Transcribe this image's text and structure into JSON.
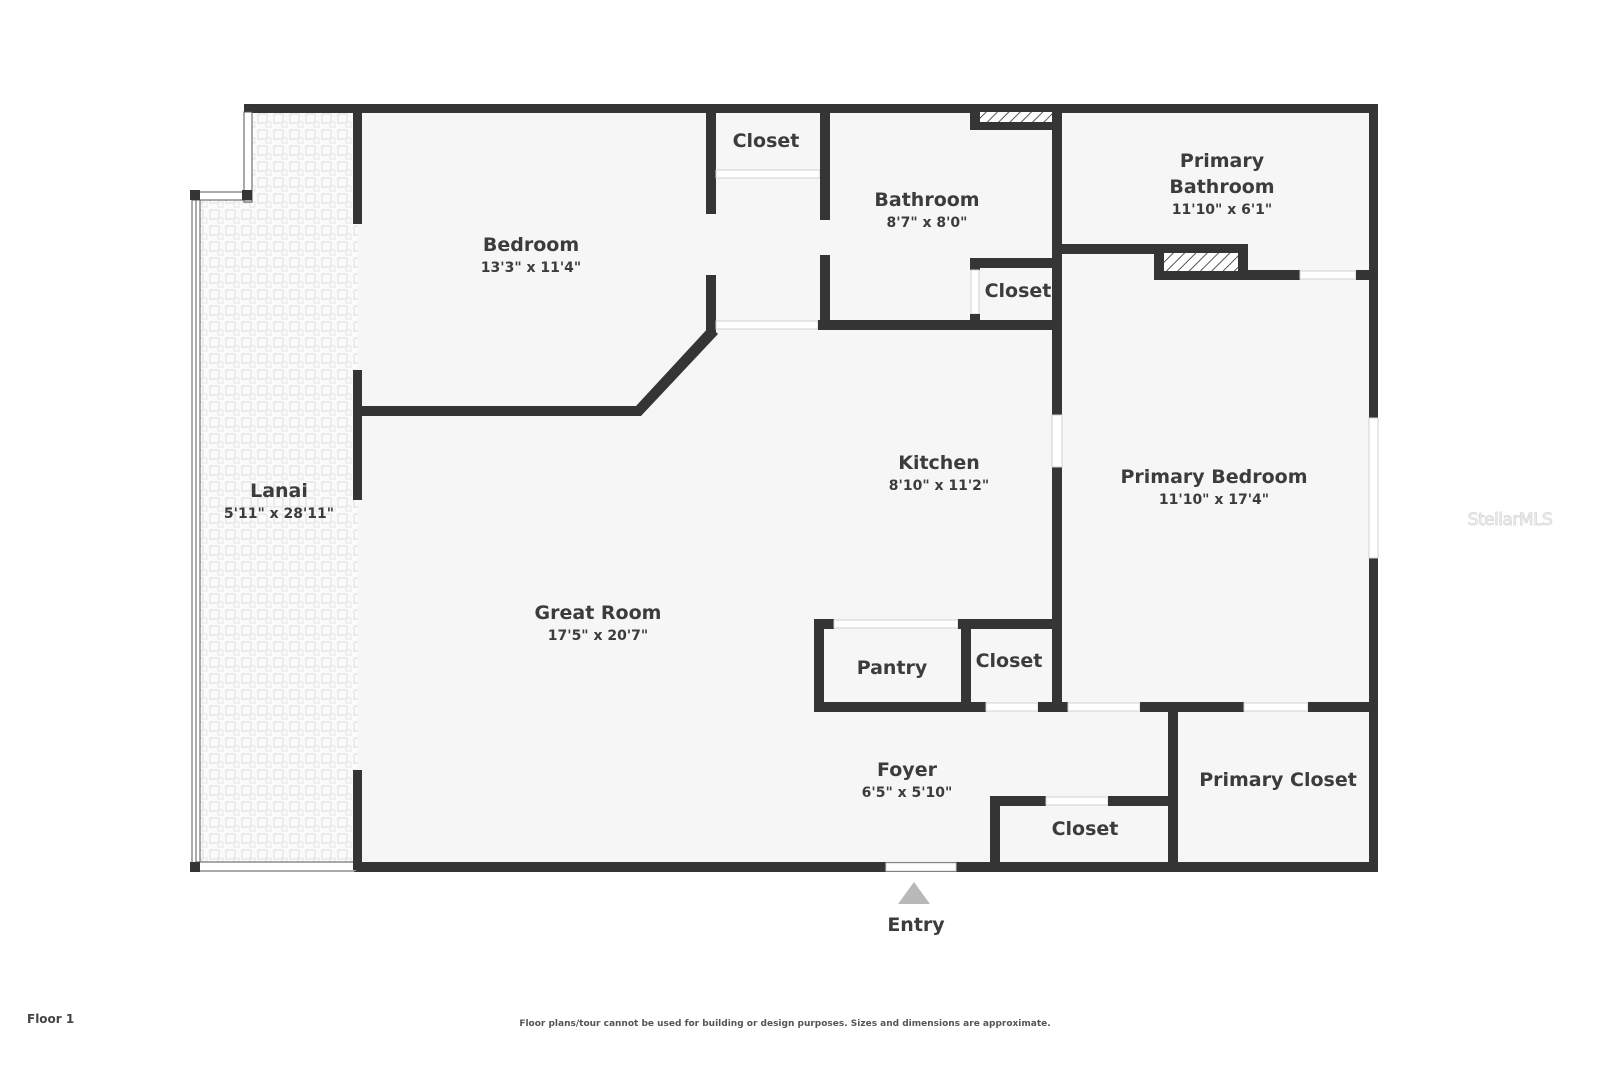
{
  "floorplan": {
    "floor_label": "Floor 1",
    "disclaimer": "Floor plans/tour cannot be used for building or design purposes. Sizes and dimensions are approximate.",
    "watermark": "StellarMLS",
    "entry": {
      "label": "Entry"
    },
    "rooms": {
      "lanai": {
        "name": "Lanai",
        "dims": "5'11\" x 28'11\""
      },
      "bedroom": {
        "name": "Bedroom",
        "dims": "13'3\" x 11'4\""
      },
      "closet_top": {
        "name": "Closet"
      },
      "bathroom": {
        "name": "Bathroom",
        "dims": "8'7\" x 8'0\""
      },
      "closet_bath": {
        "name": "Closet"
      },
      "primary_bathroom": {
        "name": "Primary Bathroom",
        "name_line1": "Primary",
        "name_line2": "Bathroom",
        "dims": "11'10\" x 6'1\""
      },
      "kitchen": {
        "name": "Kitchen",
        "dims": "8'10\" x 11'2\""
      },
      "primary_bedroom": {
        "name": "Primary Bedroom",
        "dims": "11'10\" x 17'4\""
      },
      "great_room": {
        "name": "Great Room",
        "dims": "17'5\" x 20'7\""
      },
      "pantry": {
        "name": "Pantry"
      },
      "closet_kitchen": {
        "name": "Closet"
      },
      "foyer": {
        "name": "Foyer",
        "dims": "6'5\" x 5'10\""
      },
      "closet_foyer": {
        "name": "Closet"
      },
      "primary_closet": {
        "name": "Primary Closet"
      }
    },
    "colors": {
      "wall": "#353535",
      "floor": "#f6f6f6",
      "opening": "#ffffff",
      "entry_arrow": "#b9b9b9"
    }
  }
}
